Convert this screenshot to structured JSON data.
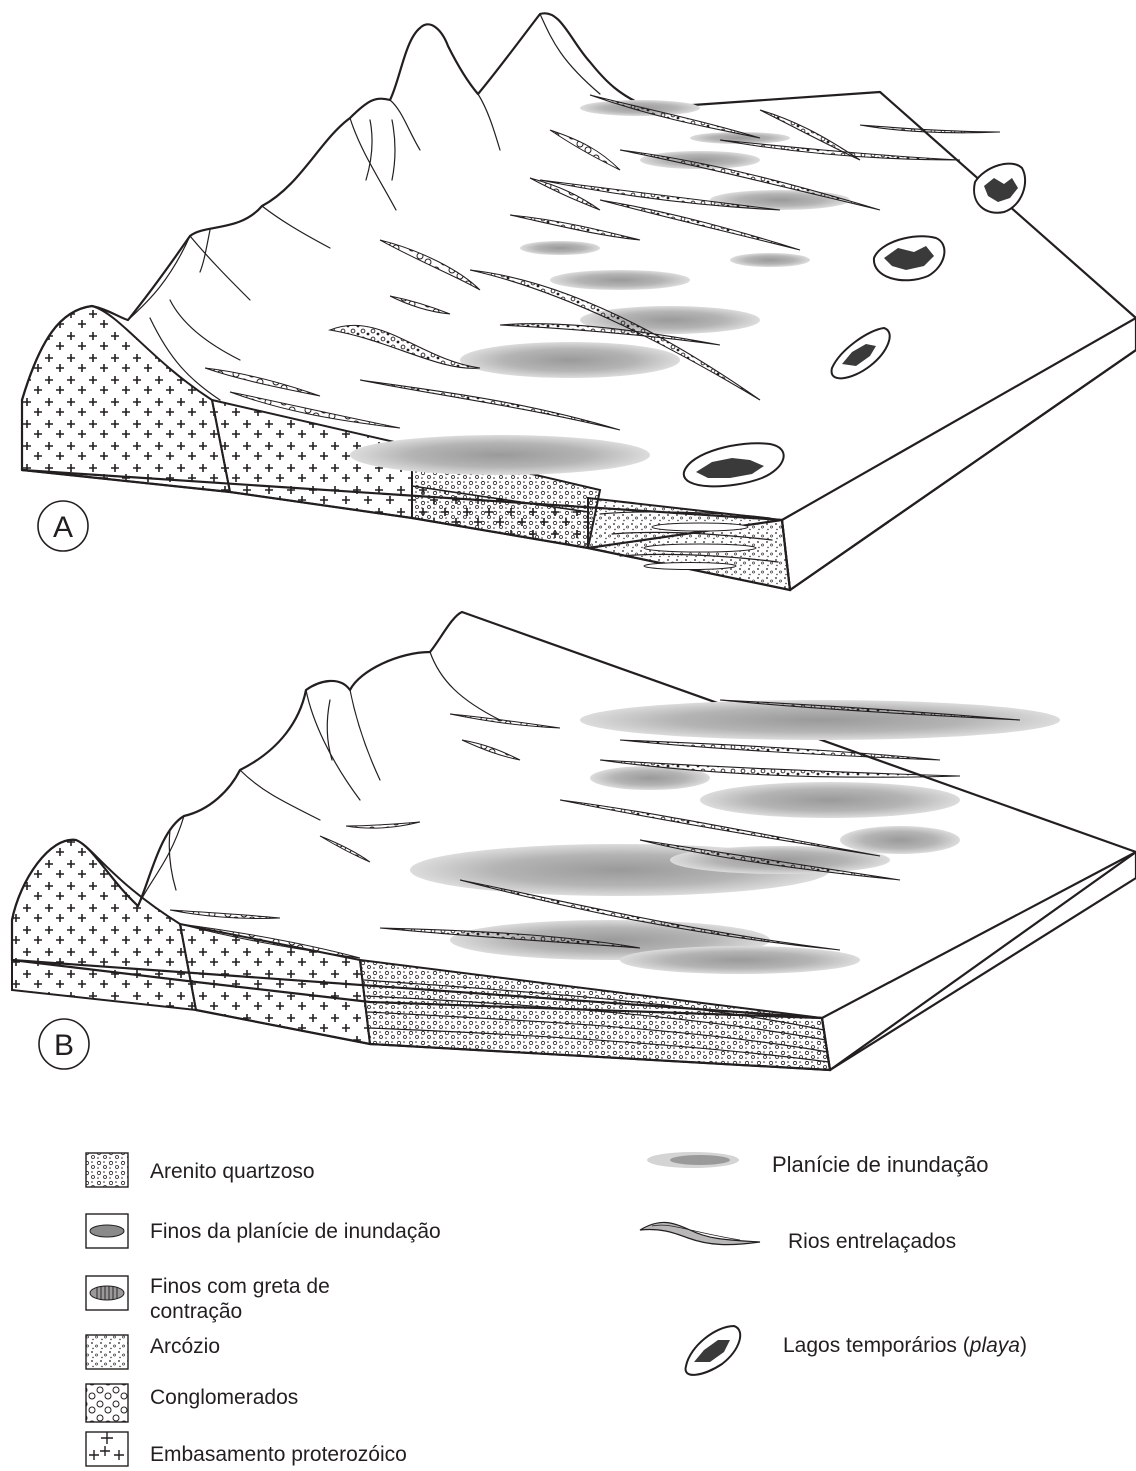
{
  "panels": [
    {
      "id": "A",
      "label": "A"
    },
    {
      "id": "B",
      "label": "B"
    }
  ],
  "legend": {
    "left": [
      {
        "key": "arenito",
        "label": "Arenito quartzoso",
        "icon": "dotted-sandstone-icon"
      },
      {
        "key": "finos",
        "label": "Finos da planície de inundação",
        "icon": "grey-lens-icon"
      },
      {
        "key": "greta_line1",
        "label": "Finos com greta de",
        "icon": "mudcrack-lens-icon"
      },
      {
        "key": "greta_line2",
        "label": "contração"
      },
      {
        "key": "arcozio",
        "label": "Arcózio",
        "icon": "speckled-arkose-icon"
      },
      {
        "key": "conglomerados",
        "label": "Conglomerados",
        "icon": "pebble-icon"
      },
      {
        "key": "embasamento",
        "label": "Embasamento proterozóico",
        "icon": "cross-pattern-icon"
      }
    ],
    "right": [
      {
        "key": "planicie",
        "label": "Planície de inundação",
        "icon": "floodplain-icon"
      },
      {
        "key": "rios",
        "label": "Rios entrelaçados",
        "icon": "braided-river-icon"
      },
      {
        "key": "lagos_prefix",
        "label": "Lagos temporários (",
        "icon": "playa-lake-icon"
      },
      {
        "key": "lagos_italic",
        "label": "playa"
      },
      {
        "key": "lagos_suffix",
        "label": ")"
      }
    ]
  },
  "colors": {
    "ink": "#231f20",
    "floodplain_light": "#d4d4d4",
    "floodplain_mid": "#b4b4b4",
    "floodplain_dark": "#9a9a9a",
    "lake_fill": "#3a3a3a"
  }
}
